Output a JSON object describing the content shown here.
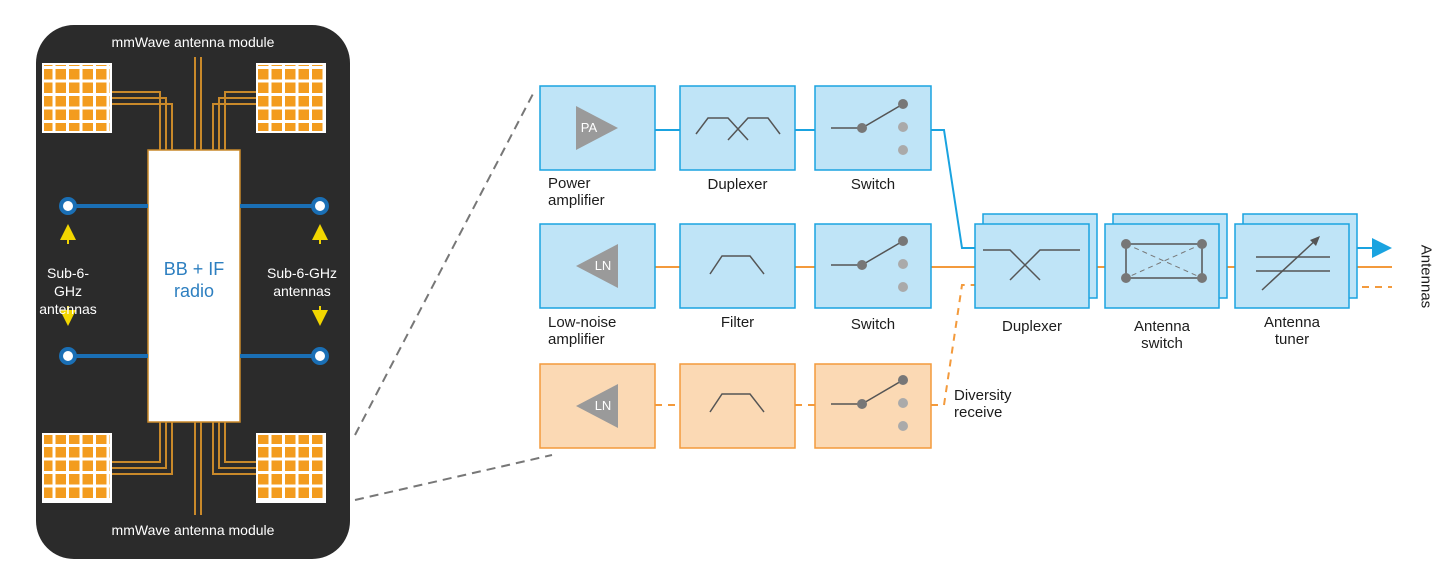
{
  "phone": {
    "top_module_label": "mmWave antenna module",
    "bottom_module_label": "mmWave antenna module",
    "radio_label": "BB + IF\nradio",
    "left_antenna_label": "Sub-6-GHz\nantennas",
    "right_antenna_label": "Sub-6-GHz\nantennas"
  },
  "chain": {
    "pa_label": "Power\namplifier",
    "pa_icon_text": "PA",
    "duplexer1_label": "Duplexer",
    "switch1_label": "Switch",
    "lna_label": "Low-noise\namplifier",
    "lna_icon_text": "LN",
    "lna2_icon_text": "LN",
    "filter_label": "Filter",
    "switch2_label": "Switch",
    "diversity_label": "Diversity\nreceive",
    "duplexer2_label": "Duplexer",
    "antenna_switch_label": "Antenna\nswitch",
    "antenna_tuner_label": "Antenna\ntuner",
    "antennas_label": "Antennas"
  },
  "colors": {
    "blue_box": "#bfe4f7",
    "blue_line": "#1aa3e0",
    "orange_box": "#fbd9b4",
    "orange_line": "#f39a3c",
    "phone_body": "#2b2b2b",
    "antenna_orange": "#f39c1e",
    "sub6_blue": "#1a6fb5",
    "arrow_yellow": "#f2d600"
  }
}
